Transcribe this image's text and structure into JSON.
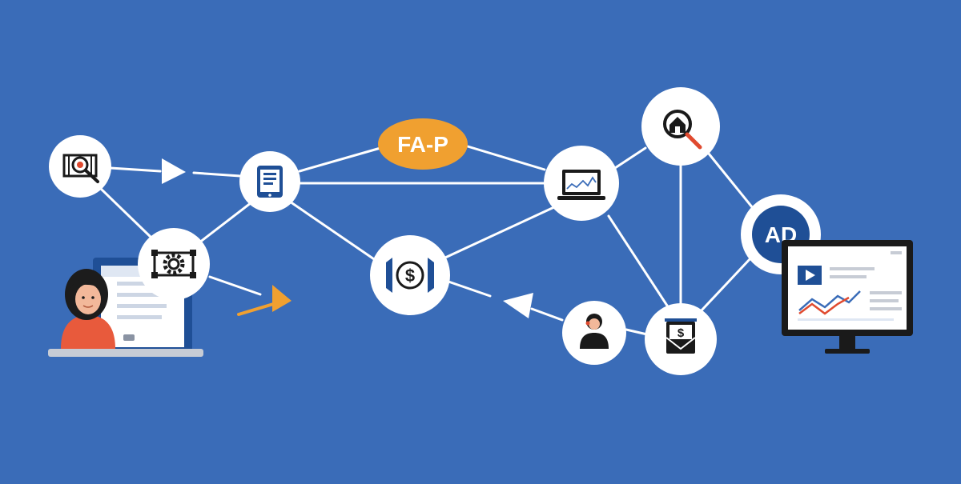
{
  "colors": {
    "background": "#3a6cb8",
    "node_fill": "#ffffff",
    "line": "#ffffff",
    "pill_orange": "#f0a030",
    "arrow_orange": "#f0a030",
    "dark_navy": "#1f4f96",
    "icon_dark": "#1a1a1a",
    "accent_red": "#e04a2f",
    "person_shirt": "#e85a3c",
    "chart_blue": "#3a6cb8"
  },
  "labels": {
    "pill": "FA-P",
    "ad_badge": "AD"
  },
  "icons": {
    "target_search": "target-search-icon",
    "gear_frame": "gear-frame-icon",
    "tablet": "tablet-icon",
    "dollar_coin": "dollar-coin-icon",
    "laptop_chart": "laptop-chart-icon",
    "home_search": "home-search-icon",
    "person_headset": "person-headset-icon",
    "dollar_envelope": "dollar-envelope-icon",
    "woman_laptop": "woman-laptop-illustration",
    "monitor_chart": "monitor-chart-illustration"
  }
}
